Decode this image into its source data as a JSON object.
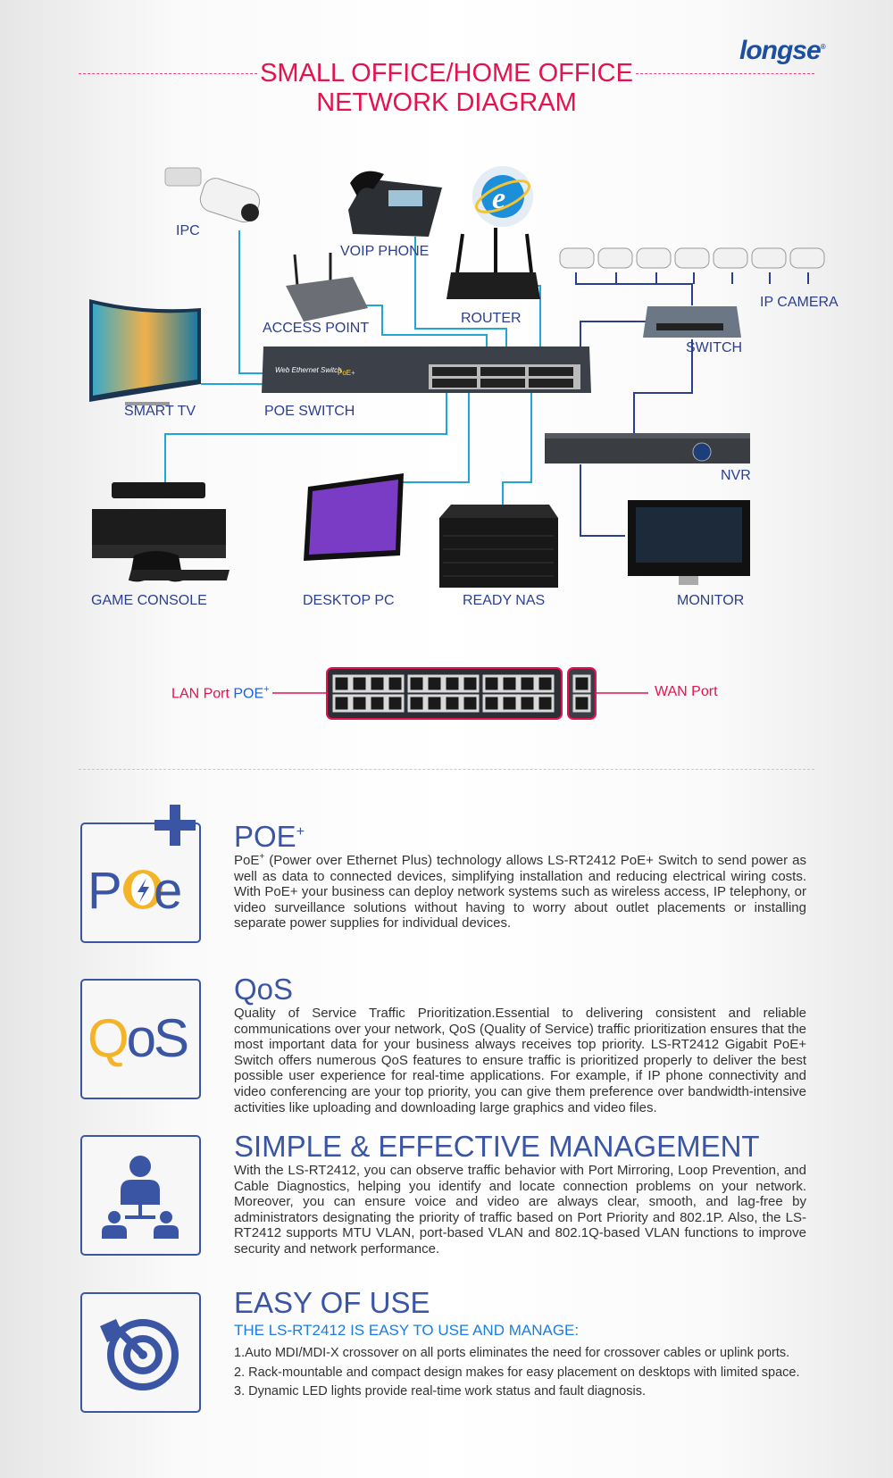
{
  "brand": {
    "logo": "longse"
  },
  "header": {
    "title_line1": "SMALL OFFICE/HOME OFFICE",
    "title_line2": "NETWORK DIAGRAM"
  },
  "diagram": {
    "labels": {
      "ipc": "IPC",
      "voip_phone": "VOIP PHONE",
      "router": "ROUTER",
      "ip_camera": "IP CAMERA",
      "access_point": "ACCESS POINT",
      "switch": "SWITCH",
      "smart_tv": "SMART TV",
      "poe_switch": "POE SWITCH",
      "nvr": "NVR",
      "game_console": "GAME CONSOLE",
      "desktop_pc": "DESKTOP PC",
      "ready_nas": "READY NAS",
      "monitor": "MONITOR"
    },
    "switch_brand": "Web Ethernet Switch",
    "switch_badge": "PoE+",
    "colors": {
      "link": "#1fa6d6",
      "nvr_link": "#2b3f8f",
      "label": "#2b3f8f"
    }
  },
  "ports": {
    "lan_label": "LAN Port",
    "lan_poe": "POE",
    "lan_plus": "+",
    "wan_label": "WAN Port"
  },
  "sections": [
    {
      "title": "POE",
      "title_sup": "+",
      "icon": "poe-icon",
      "body_lead": "PoE",
      "body_sup": "+",
      "body": " (Power over Ethernet Plus) technology allows LS-RT2412 PoE+ Switch to send power as well as data to connected devices, simplifying installation and reducing electrical wiring costs. With PoE+ your business can deploy network systems such as wireless access, IP telephony, or video surveillance solutions without having to worry about outlet placements or installing separate power supplies for individual devices."
    },
    {
      "title": "QoS",
      "icon": "qos-icon",
      "body": "Quality of Service Traffic Prioritization.Essential to delivering consistent and reliable communications over your network, QoS (Quality of Service) traffic prioritization ensures that the most important data for your business always receives top priority. LS-RT2412 Gigabit PoE+ Switch offers numerous QoS features to ensure traffic is prioritized properly to deliver the best possible user experience for real-time applications. For example, if IP phone connectivity and video conferencing are your top priority, you can give them preference over bandwidth-intensive activities like uploading and downloading large graphics and video files."
    },
    {
      "title": "SIMPLE & EFFECTIVE MANAGEMENT",
      "icon": "management-icon",
      "body": "With the LS-RT2412, you can observe traffic behavior with Port Mirroring, Loop Prevention, and Cable Diagnostics, helping you identify and locate connection problems on your network. Moreover, you can ensure voice and video are always clear, smooth, and lag-free by administrators designating the priority of traffic based on Port Priority and 802.1P. Also, the LS-RT2412 supports MTU VLAN, port-based VLAN and 802.1Q-based VLAN functions to improve security and network performance."
    },
    {
      "title": "EASY OF USE",
      "icon": "target-icon",
      "subtitle": "THE LS-RT2412 IS EASY TO USE AND MANAGE:",
      "items": [
        "1.Auto MDI/MDI-X crossover on all ports eliminates the need for crossover cables or uplink ports.",
        "2. Rack-mountable and compact design makes for easy placement on desktops with limited space.",
        "3. Dynamic LED lights provide real-time work status and fault diagnosis."
      ]
    }
  ],
  "qos_icon_text": {
    "q": "Q",
    "os": "oS"
  }
}
